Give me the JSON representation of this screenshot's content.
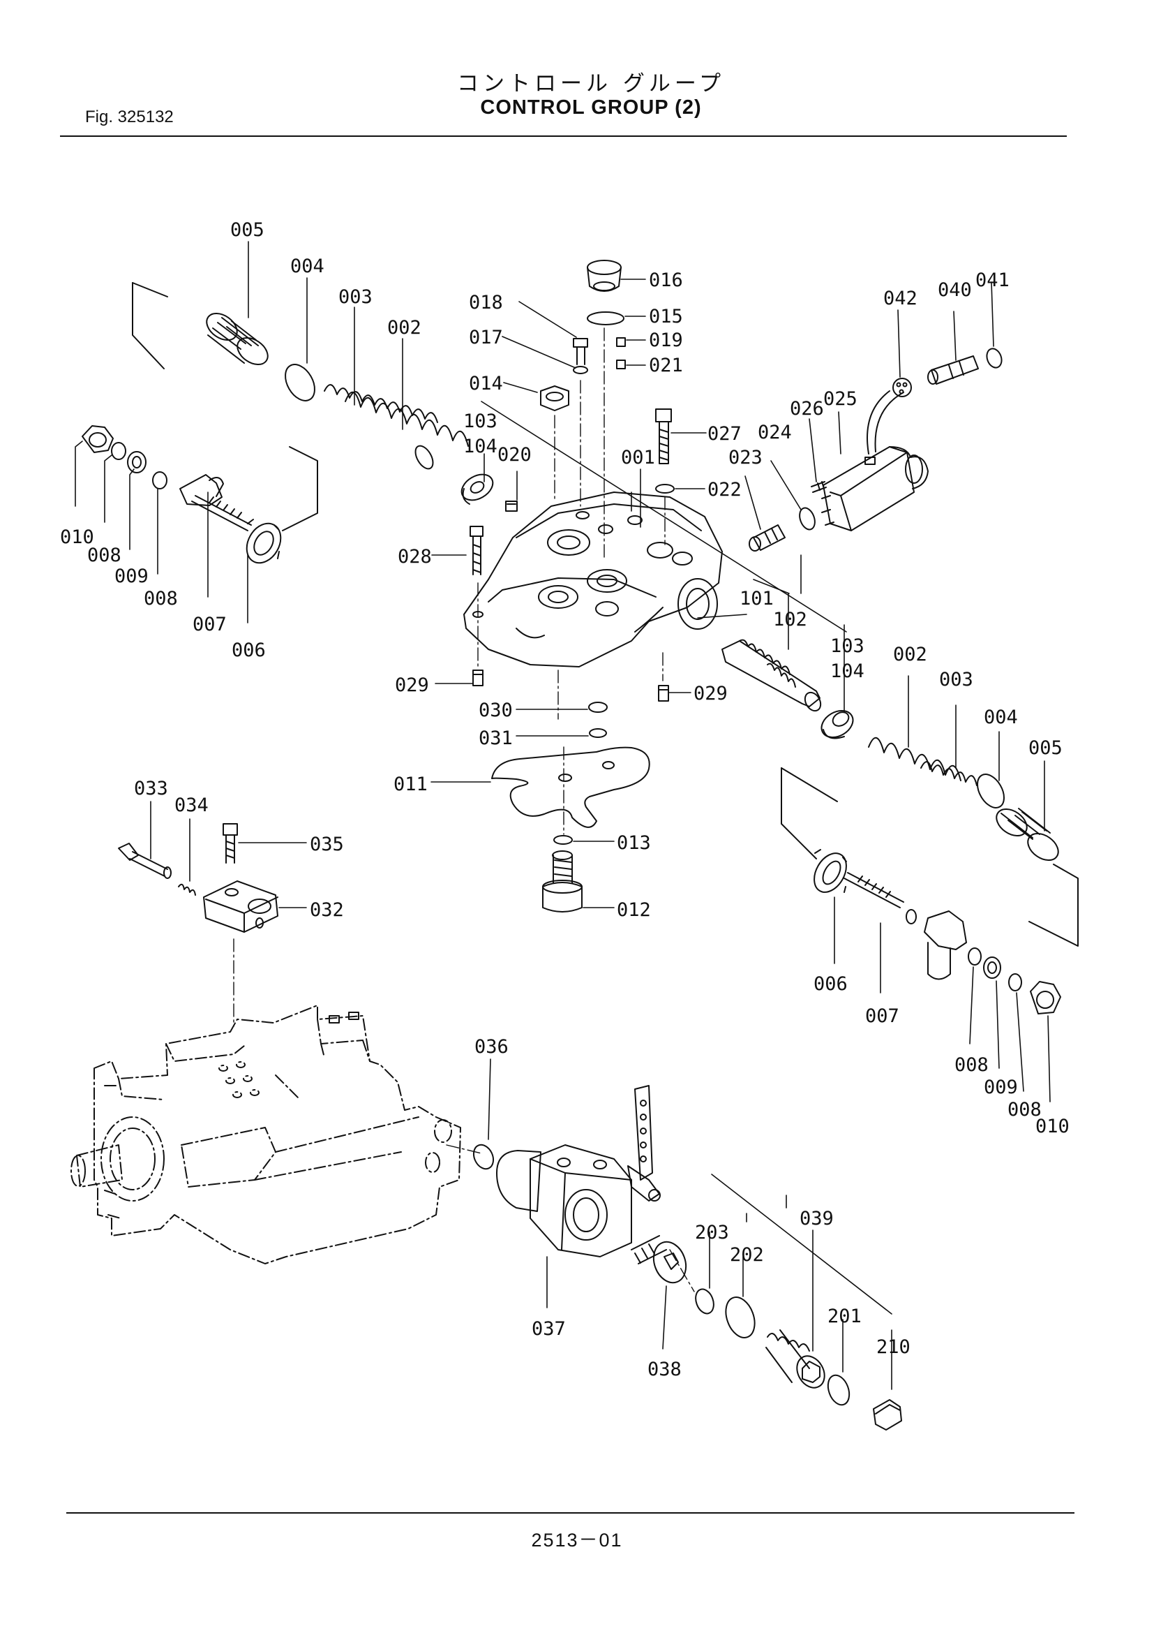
{
  "figure": {
    "number": "Fig. 325132",
    "title_jp": "コントロール グループ",
    "title_en": "CONTROL GROUP (2)",
    "page_number": "2513－01"
  },
  "callouts": [
    {
      "id": "c005a",
      "text": "005"
    },
    {
      "id": "c004a",
      "text": "004"
    },
    {
      "id": "c003a",
      "text": "003"
    },
    {
      "id": "c002a",
      "text": "002"
    },
    {
      "id": "c010a",
      "text": "010"
    },
    {
      "id": "c008a",
      "text": "008"
    },
    {
      "id": "c009a",
      "text": "009"
    },
    {
      "id": "c008b",
      "text": "008"
    },
    {
      "id": "c007a",
      "text": "007"
    },
    {
      "id": "c006a",
      "text": "006"
    },
    {
      "id": "c018",
      "text": "018"
    },
    {
      "id": "c017",
      "text": "017"
    },
    {
      "id": "c014",
      "text": "014"
    },
    {
      "id": "c016",
      "text": "016"
    },
    {
      "id": "c015",
      "text": "015"
    },
    {
      "id": "c019",
      "text": "019"
    },
    {
      "id": "c021",
      "text": "021"
    },
    {
      "id": "c103a",
      "text": "103"
    },
    {
      "id": "c104a",
      "text": "104"
    },
    {
      "id": "c020",
      "text": "020"
    },
    {
      "id": "c001",
      "text": "001"
    },
    {
      "id": "c027",
      "text": "027"
    },
    {
      "id": "c022",
      "text": "022"
    },
    {
      "id": "c023",
      "text": "023"
    },
    {
      "id": "c024",
      "text": "024"
    },
    {
      "id": "c026",
      "text": "026"
    },
    {
      "id": "c025",
      "text": "025"
    },
    {
      "id": "c042",
      "text": "042"
    },
    {
      "id": "c040",
      "text": "040"
    },
    {
      "id": "c041",
      "text": "041"
    },
    {
      "id": "c028",
      "text": "028"
    },
    {
      "id": "c101",
      "text": "101"
    },
    {
      "id": "c102",
      "text": "102"
    },
    {
      "id": "c103b",
      "text": "103"
    },
    {
      "id": "c104b",
      "text": "104"
    },
    {
      "id": "c029a",
      "text": "029"
    },
    {
      "id": "c029b",
      "text": "029"
    },
    {
      "id": "c030",
      "text": "030"
    },
    {
      "id": "c031",
      "text": "031"
    },
    {
      "id": "c002b",
      "text": "002"
    },
    {
      "id": "c003b",
      "text": "003"
    },
    {
      "id": "c004b",
      "text": "004"
    },
    {
      "id": "c005b",
      "text": "005"
    },
    {
      "id": "c011",
      "text": "011"
    },
    {
      "id": "c013",
      "text": "013"
    },
    {
      "id": "c012",
      "text": "012"
    },
    {
      "id": "c033",
      "text": "033"
    },
    {
      "id": "c034",
      "text": "034"
    },
    {
      "id": "c035",
      "text": "035"
    },
    {
      "id": "c032",
      "text": "032"
    },
    {
      "id": "c006b",
      "text": "006"
    },
    {
      "id": "c007b",
      "text": "007"
    },
    {
      "id": "c008c",
      "text": "008"
    },
    {
      "id": "c009b",
      "text": "009"
    },
    {
      "id": "c008d",
      "text": "008"
    },
    {
      "id": "c010b",
      "text": "010"
    },
    {
      "id": "c036",
      "text": "036"
    },
    {
      "id": "c037",
      "text": "037"
    },
    {
      "id": "c038",
      "text": "038"
    },
    {
      "id": "c039",
      "text": "039"
    },
    {
      "id": "c203",
      "text": "203"
    },
    {
      "id": "c202",
      "text": "202"
    },
    {
      "id": "c201",
      "text": "201"
    },
    {
      "id": "c210",
      "text": "210"
    }
  ]
}
